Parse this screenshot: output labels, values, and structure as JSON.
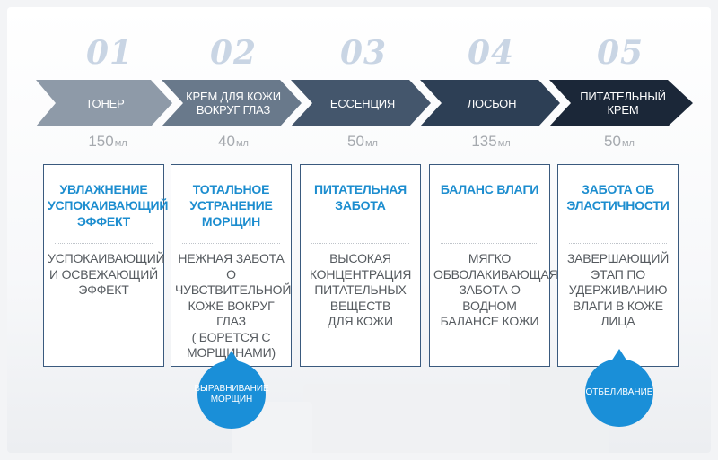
{
  "steps": [
    {
      "num": "01",
      "name": "ТОНЕР",
      "volume": "150",
      "unit": "мл",
      "title": "УВЛАЖНЕНИЕ\nУСПОКАИВАЮЩИЙ\nЭФФЕКТ",
      "desc": "УСПОКАИВАЮЩИЙ\nИ ОСВЕЖАЮЩИЙ\nЭФФЕКТ"
    },
    {
      "num": "02",
      "name": "КРЕМ ДЛЯ КОЖИ\nВОКРУГ ГЛАЗ",
      "volume": "40",
      "unit": "мл",
      "title": "ТОТАЛЬНОЕ\nУСТРАНЕНИЕ\nМОРЩИН",
      "desc": "НЕЖНАЯ ЗАБОТА О\nЧУВСТВИТЕЛЬНОЙ\nКОЖЕ ВОКРУГ ГЛАЗ\n( БОРЕТСЯ С\nМОРЩИНАМИ)"
    },
    {
      "num": "03",
      "name": "ЕССЕНЦИЯ",
      "volume": "50",
      "unit": "мл",
      "title": "ПИТАТЕЛЬНАЯ\nЗАБОТА",
      "desc": "ВЫСОКАЯ\nКОНЦЕНТРАЦИЯ\nПИТАТЕЛЬНЫХ\nВЕЩЕСТВ\nДЛЯ КОЖИ"
    },
    {
      "num": "04",
      "name": "ЛОСЬОН",
      "volume": "135",
      "unit": "мл",
      "title": "БАЛАНС ВЛАГИ",
      "desc": "МЯГКО\nОБВОЛАКИВАЮЩАЯ\nЗАБОТА О ВОДНОМ\nБАЛАНСЕ КОЖИ"
    },
    {
      "num": "05",
      "name": "ПИТАТЕЛЬНЫЙ\nКРЕМ",
      "volume": "50",
      "unit": "мл",
      "title": "ЗАБОТА ОБ\nЭЛАСТИЧНОСТИ",
      "desc": "ЗАВЕРШАЮЩИЙ\nЭТАП ПО\nУДЕРЖИВАНИЮ\nВЛАГИ В КОЖЕ ЛИЦА"
    }
  ],
  "badges": {
    "wrinkles": "ВЫРАВНИВАНИЕ\nМОРЩИН",
    "whitening": "ОТБЕЛИВАНИЕ"
  },
  "colors": {
    "arrow_1": "#8e9aa8",
    "arrow_2": "#69798b",
    "arrow_3": "#44566c",
    "arrow_4": "#2d3f55",
    "arrow_5": "#1b2738",
    "accent": "#1a8fd8",
    "card_border": "#3a5a7e"
  }
}
